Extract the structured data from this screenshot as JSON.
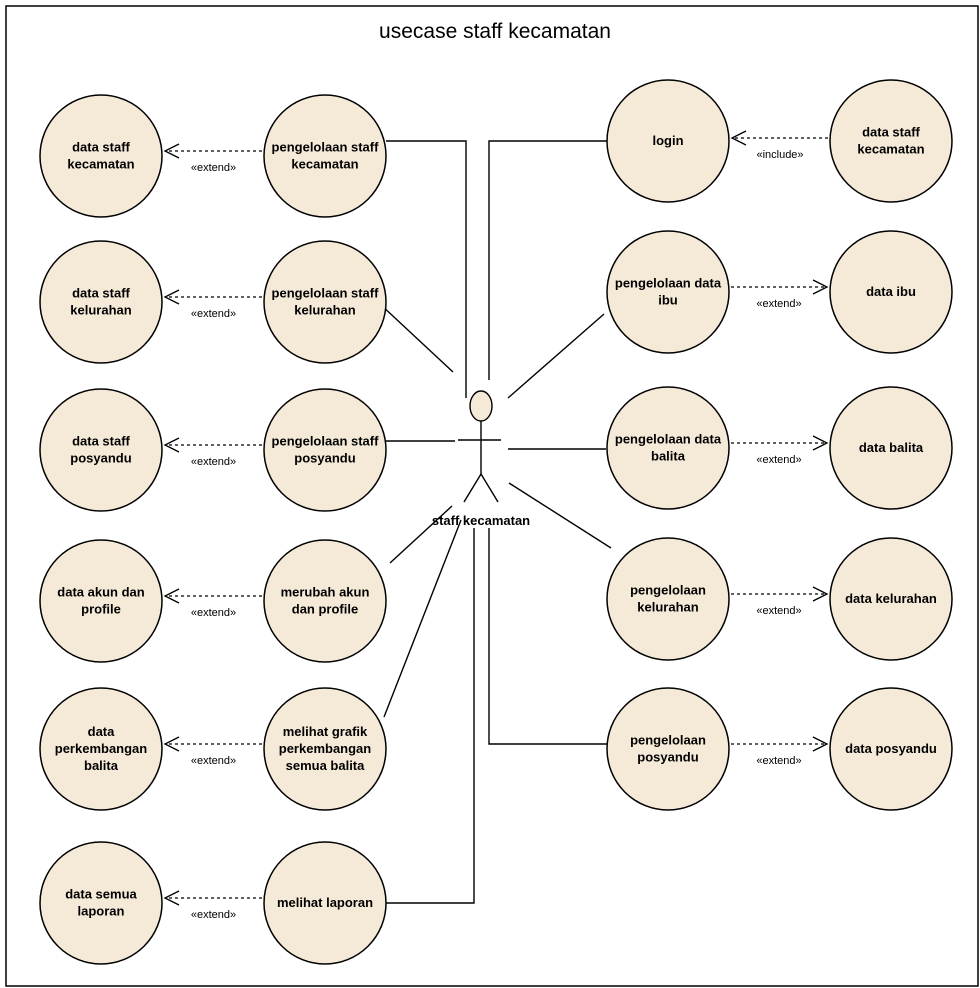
{
  "diagram": {
    "title": "usecase staff kecamatan",
    "actor": {
      "label": "staff kecamatan"
    },
    "stereotypes": {
      "extend": "«extend»",
      "include": "«include»"
    },
    "use_cases": {
      "left_main": [
        [
          "pengelolaan staff",
          "kecamatan"
        ],
        [
          "pengelolaan staff",
          "kelurahan"
        ],
        [
          "pengelolaan staff",
          "posyandu"
        ],
        [
          "merubah akun",
          "dan profile"
        ],
        [
          "melihat grafik",
          "perkembangan",
          "semua balita"
        ],
        [
          "melihat laporan"
        ]
      ],
      "left_ext": [
        [
          "data staff",
          "kecamatan"
        ],
        [
          "data staff",
          "kelurahan"
        ],
        [
          "data staff",
          "posyandu"
        ],
        [
          "data akun dan",
          "profile"
        ],
        [
          "data",
          "perkembangan",
          "balita"
        ],
        [
          "data semua",
          "laporan"
        ]
      ],
      "right_main": [
        [
          "login"
        ],
        [
          "pengelolaan data",
          "ibu"
        ],
        [
          "pengelolaan data",
          "balita"
        ],
        [
          "pengelolaan",
          "kelurahan"
        ],
        [
          "pengelolaan",
          "posyandu"
        ]
      ],
      "right_ext": [
        [
          "data staff",
          "kecamatan"
        ],
        [
          "data ibu"
        ],
        [
          "data balita"
        ],
        [
          "data kelurahan"
        ],
        [
          "data posyandu"
        ]
      ]
    },
    "relations": {
      "left": [
        "extend",
        "extend",
        "extend",
        "extend",
        "extend",
        "extend"
      ],
      "right": [
        "include",
        "extend",
        "extend",
        "extend",
        "extend"
      ]
    }
  }
}
